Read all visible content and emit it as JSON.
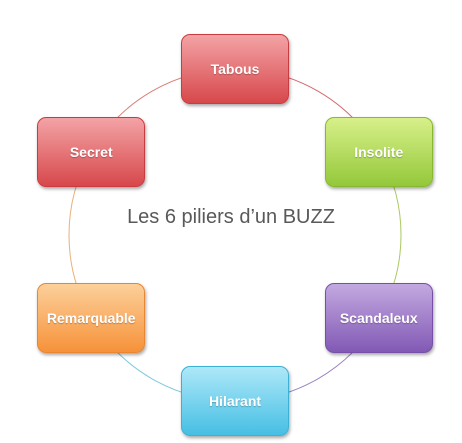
{
  "diagram": {
    "center_label": "Les 6 piliers d’un BUZZ",
    "nodes": [
      {
        "id": "tabous",
        "label": "Tabous",
        "color_top": "#f3a3a6",
        "color_bottom": "#d7484b",
        "border": "#c83c40"
      },
      {
        "id": "insolite",
        "label": "Insolite",
        "color_top": "#d8f08a",
        "color_bottom": "#94c83a",
        "border": "#88b833"
      },
      {
        "id": "scandaleux",
        "label": "Scandaleux",
        "color_top": "#c3a9e0",
        "color_bottom": "#8259b5",
        "border": "#7650a8"
      },
      {
        "id": "hilarant",
        "label": "Hilarant",
        "color_top": "#aee8f8",
        "color_bottom": "#46bfe4",
        "border": "#3cb1d6"
      },
      {
        "id": "remarquable",
        "label": "Remarquable",
        "color_top": "#fcd09a",
        "color_bottom": "#f6923a",
        "border": "#e88634"
      },
      {
        "id": "secret",
        "label": "Secret",
        "color_top": "#f3a3a6",
        "color_bottom": "#d7484b",
        "border": "#c83c40"
      }
    ],
    "arc_colors": [
      "#d76a6c",
      "#a9c860",
      "#9c85c0",
      "#7fc9dd",
      "#e9b079",
      "#d97f76"
    ]
  }
}
